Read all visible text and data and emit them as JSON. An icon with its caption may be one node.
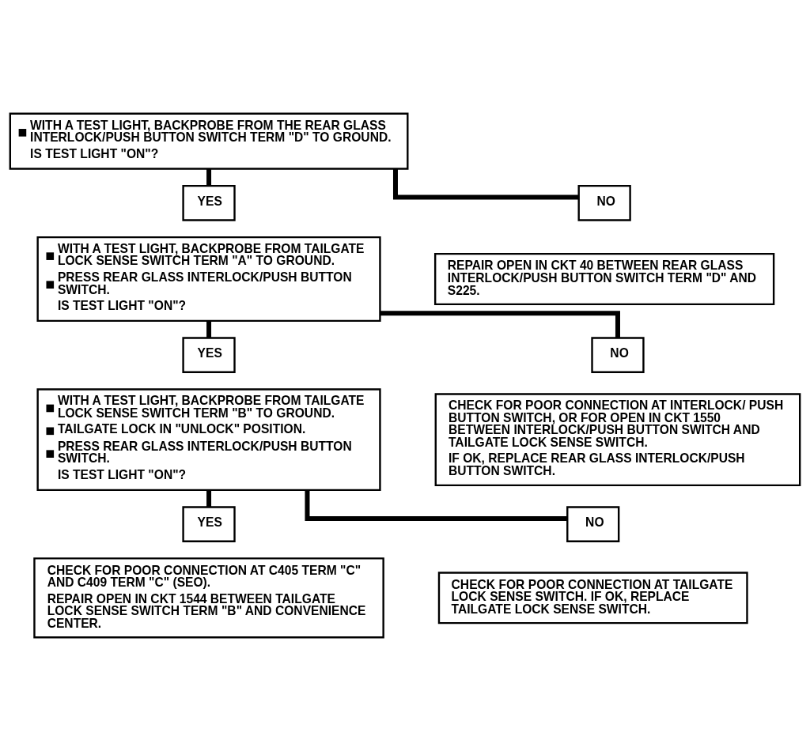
{
  "diagram": {
    "nodes": [
      {
        "text": [
          "WITH A TEST LIGHT, BACKPROBE FROM THE REAR GLASS INTERLOCK/PUSH BUTTON SWITCH TERM \"D\" TO GROUND.",
          "IS TEST LIGHT \"ON\"?"
        ]
      },
      {
        "text": [
          "YES"
        ]
      },
      {
        "text": [
          "NO"
        ]
      },
      {
        "text": [
          "WITH A TEST LIGHT, BACKPROBE FROM TAILGATE LOCK SENSE SWITCH TERM \"A\" TO GROUND.",
          "PRESS REAR GLASS INTERLOCK/PUSH BUTTON SWITCH.",
          "IS TEST LIGHT \"ON\"?"
        ]
      },
      {
        "text": [
          "REPAIR OPEN IN CKT 40 BETWEEN REAR GLASS INTERLOCK/PUSH BUTTON SWITCH TERM \"D\" AND S225."
        ]
      },
      {
        "text": [
          "YES"
        ]
      },
      {
        "text": [
          "NO"
        ]
      },
      {
        "text": [
          "WITH A TEST LIGHT, BACKPROBE FROM TAILGATE LOCK SENSE SWITCH TERM \"B\" TO GROUND.",
          "TAILGATE LOCK IN \"UNLOCK\" POSITION.",
          "PRESS REAR GLASS INTERLOCK/PUSH BUTTON SWITCH.",
          "IS TEST LIGHT \"ON\"?"
        ]
      },
      {
        "text": [
          "CHECK FOR POOR CONNECTION AT INTERLOCK/ PUSH BUTTON SWITCH, OR FOR OPEN IN CKT 1550 BETWEEN INTERLOCK/PUSH BUTTON SWITCH AND TAILGATE LOCK SENSE SWITCH.",
          "IF OK, REPLACE REAR GLASS INTERLOCK/PUSH BUTTON SWITCH."
        ]
      },
      {
        "text": [
          "YES"
        ]
      },
      {
        "text": [
          "NO"
        ]
      },
      {
        "text": [
          "CHECK FOR POOR CONNECTION AT C405 TERM \"C\" AND C409 TERM \"C\" (SEO).",
          "REPAIR OPEN IN CKT 1544 BETWEEN TAILGATE LOCK SENSE SWITCH TERM \"B\" AND CONVENIENCE CENTER."
        ]
      },
      {
        "text": [
          "CHECK FOR POOR CONNECTION AT TAILGATE LOCK SENSE SWITCH. IF OK, REPLACE TAILGATE LOCK SENSE SWITCH."
        ]
      }
    ],
    "edges": [
      {
        "from": 0,
        "to": 1,
        "arrow": "none"
      },
      {
        "from": 0,
        "to": 2,
        "arrow": "none"
      },
      {
        "from": 3,
        "to": 5,
        "arrow": "none"
      },
      {
        "from": 3,
        "to": 6,
        "arrow": "none"
      },
      {
        "from": 7,
        "to": 9,
        "arrow": "none"
      },
      {
        "from": 7,
        "to": 10,
        "arrow": "none"
      }
    ]
  }
}
